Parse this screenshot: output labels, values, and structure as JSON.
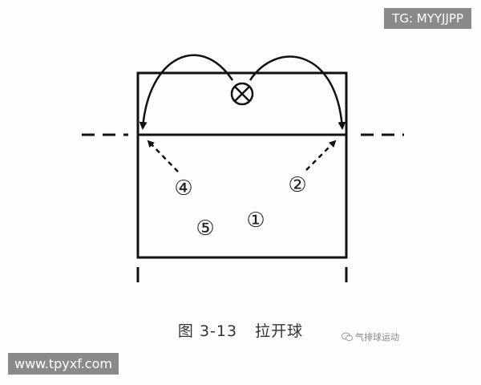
{
  "watermarks": {
    "top_right": "TG: MYYJJPP",
    "bottom_left": "www.tpyxf.com",
    "wechat_label": "气排球运动"
  },
  "figure": {
    "number": "图 3-13",
    "title": "拉开球"
  },
  "players": [
    {
      "label": "④"
    },
    {
      "label": "②"
    },
    {
      "label": "⑤"
    },
    {
      "label": "①"
    }
  ],
  "icons": {
    "setter_marker": "circle-x-icon",
    "wechat": "wechat-icon"
  },
  "colors": {
    "lines": "#111111",
    "watermark_bg": "#8a8a8a"
  }
}
